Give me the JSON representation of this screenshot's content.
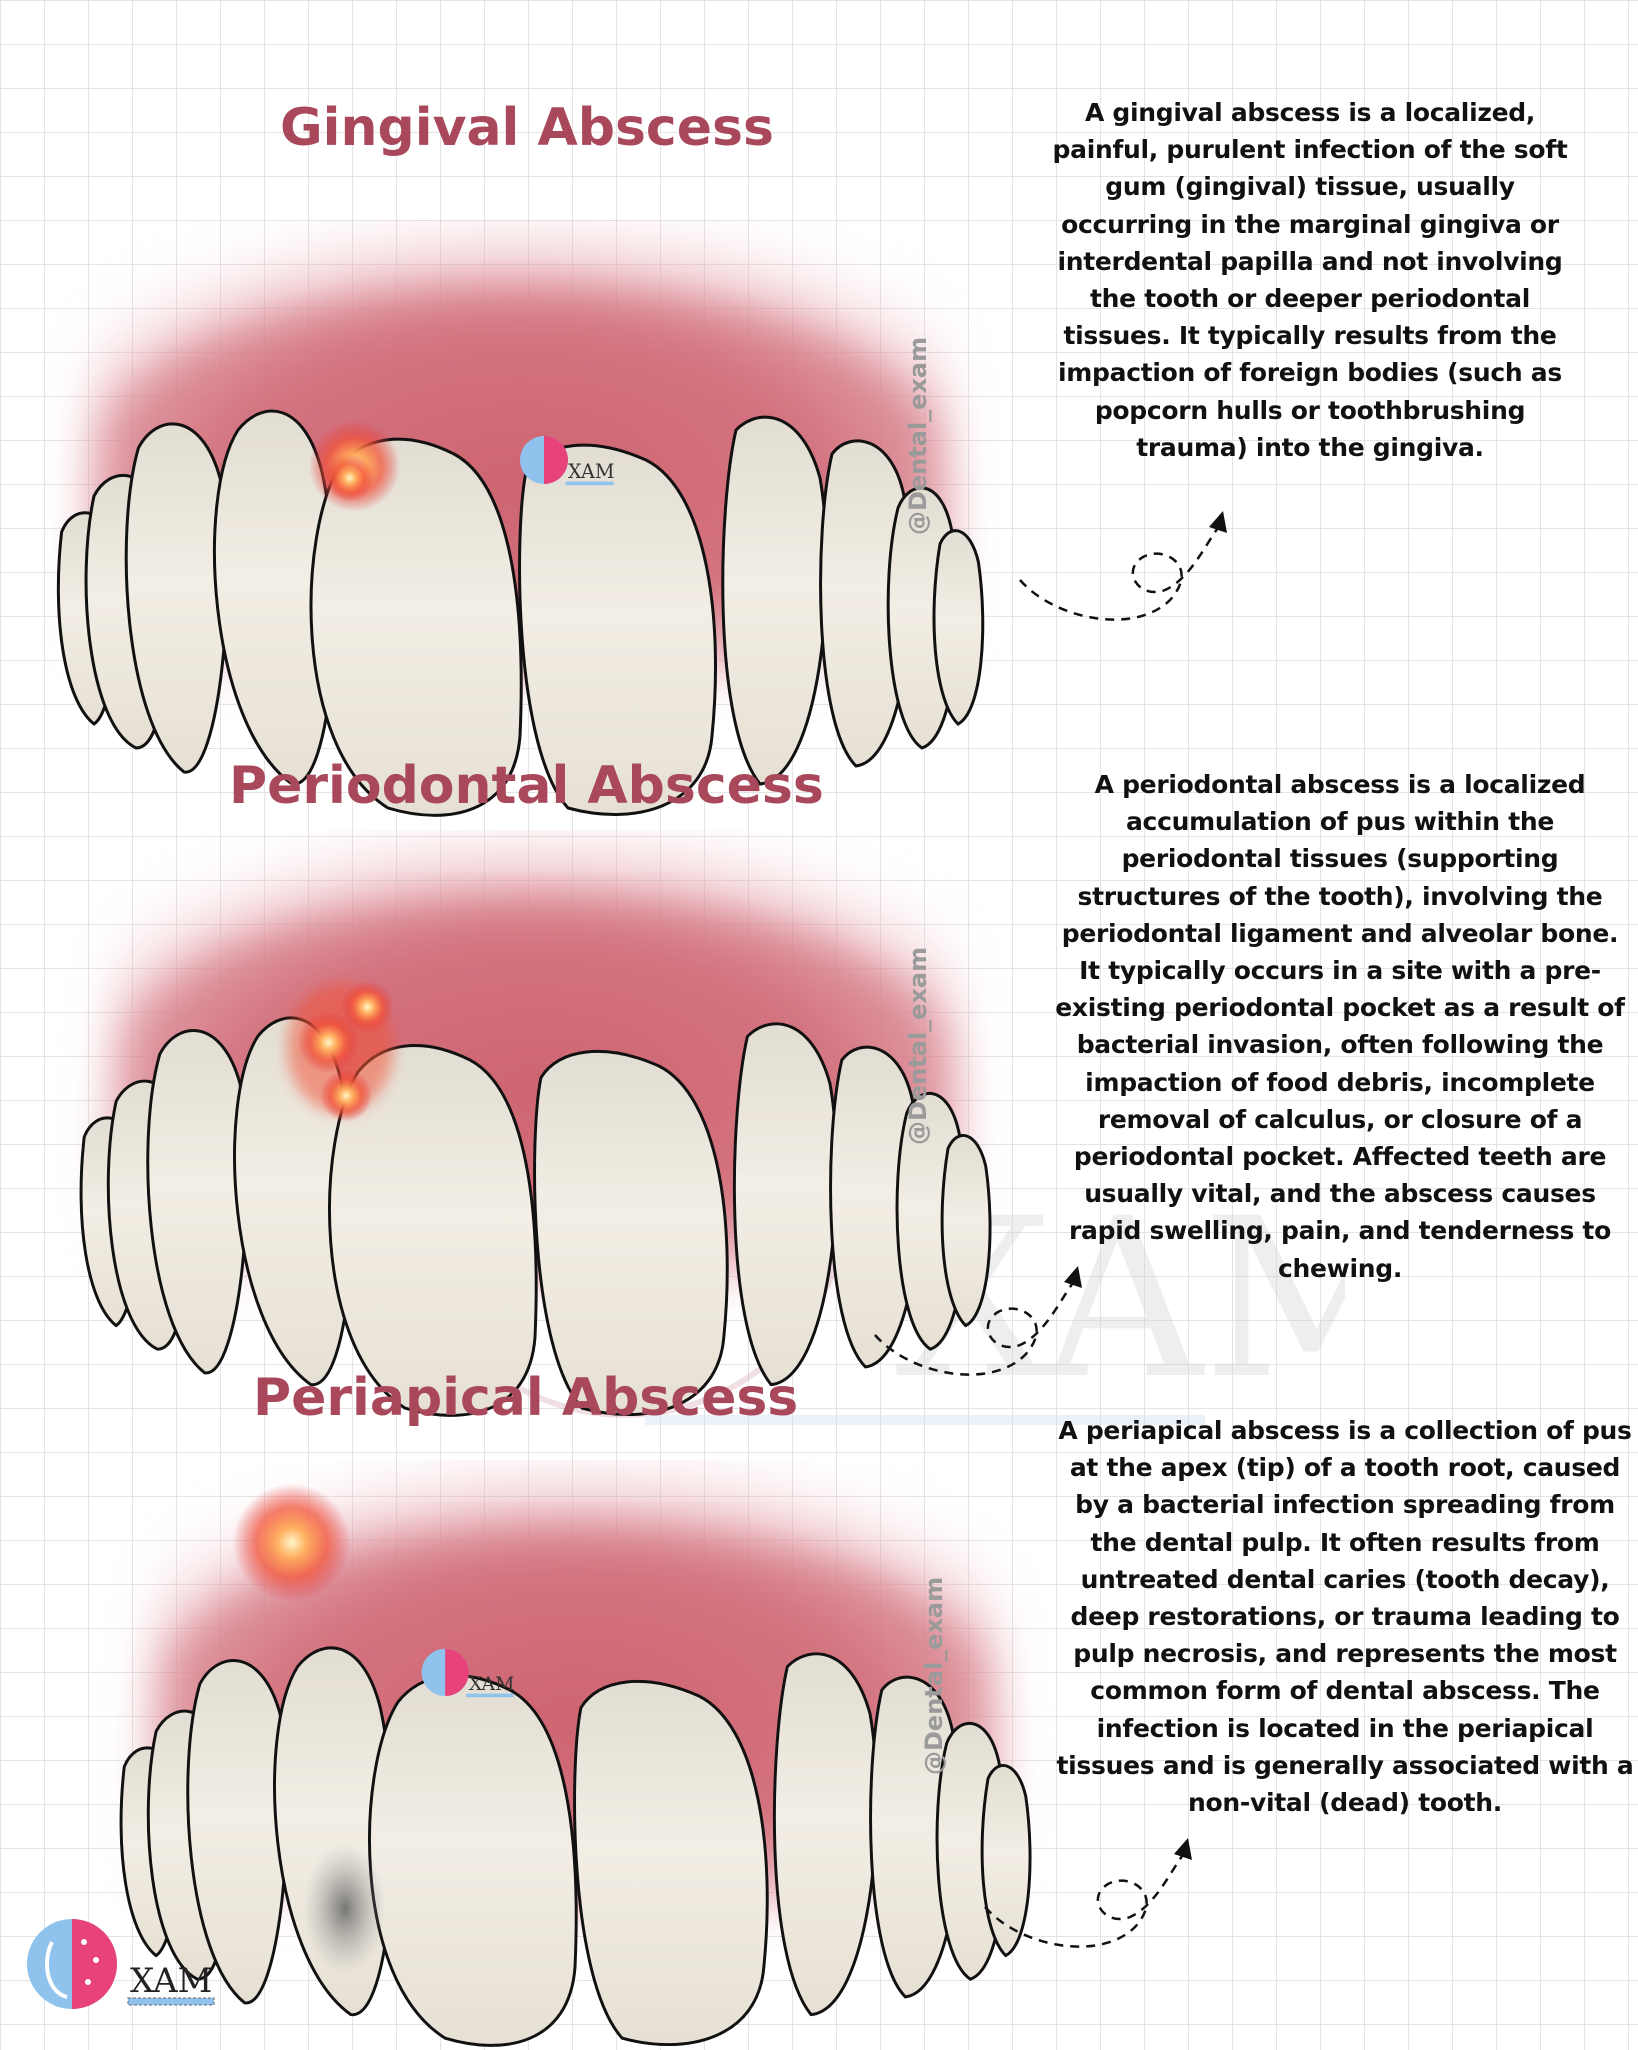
{
  "sections": [
    {
      "title": "Gingival Abscess",
      "description": "A gingival abscess is a localized, painful, purulent infection of the soft gum (gingival) tissue, usually occurring in the marginal gingiva or interdental papilla and not involving the tooth or deeper periodontal tissues. It typically results from the impaction of foreign bodies (such as popcorn hulls or toothbrushing trauma) into the gingiva.",
      "handle": "@Dental_exam"
    },
    {
      "title": "Periodontal Abscess",
      "description": "A periodontal abscess is a localized accumulation of pus within the periodontal tissues (supporting structures of the tooth), involving the periodontal ligament and alveolar bone. It typically occurs in a site with a pre-existing periodontal pocket as a result of bacterial invasion, often following the impaction of food debris, incomplete removal of calculus, or closure of a periodontal pocket. Affected teeth are usually vital, and the abscess causes rapid swelling, pain, and tenderness to chewing.",
      "handle": "@Dental_exam"
    },
    {
      "title": "Periapical Abscess",
      "description": "A periapical abscess is a collection of pus at the apex (tip) of a tooth root, caused by a bacterial infection spreading from the dental pulp. It often results from untreated dental caries (tooth decay), deep restorations, or trauma leading to pulp necrosis, and represents the most common form of dental abscess. The infection is located in the periapical tissues and is generally associated with a non-vital (dead) tooth.",
      "handle": "@Dental_exam"
    }
  ],
  "logo": {
    "text": "XAM"
  },
  "watermark": {
    "text": "XAM"
  },
  "colors": {
    "title": "#a8485a",
    "gum": "#d77b86",
    "tooth": "#f1ece2",
    "inflammation": "#f2553a"
  },
  "icons": [
    "tooth-illustration",
    "dashed-loop-arrow",
    "dental-exam-logo"
  ]
}
